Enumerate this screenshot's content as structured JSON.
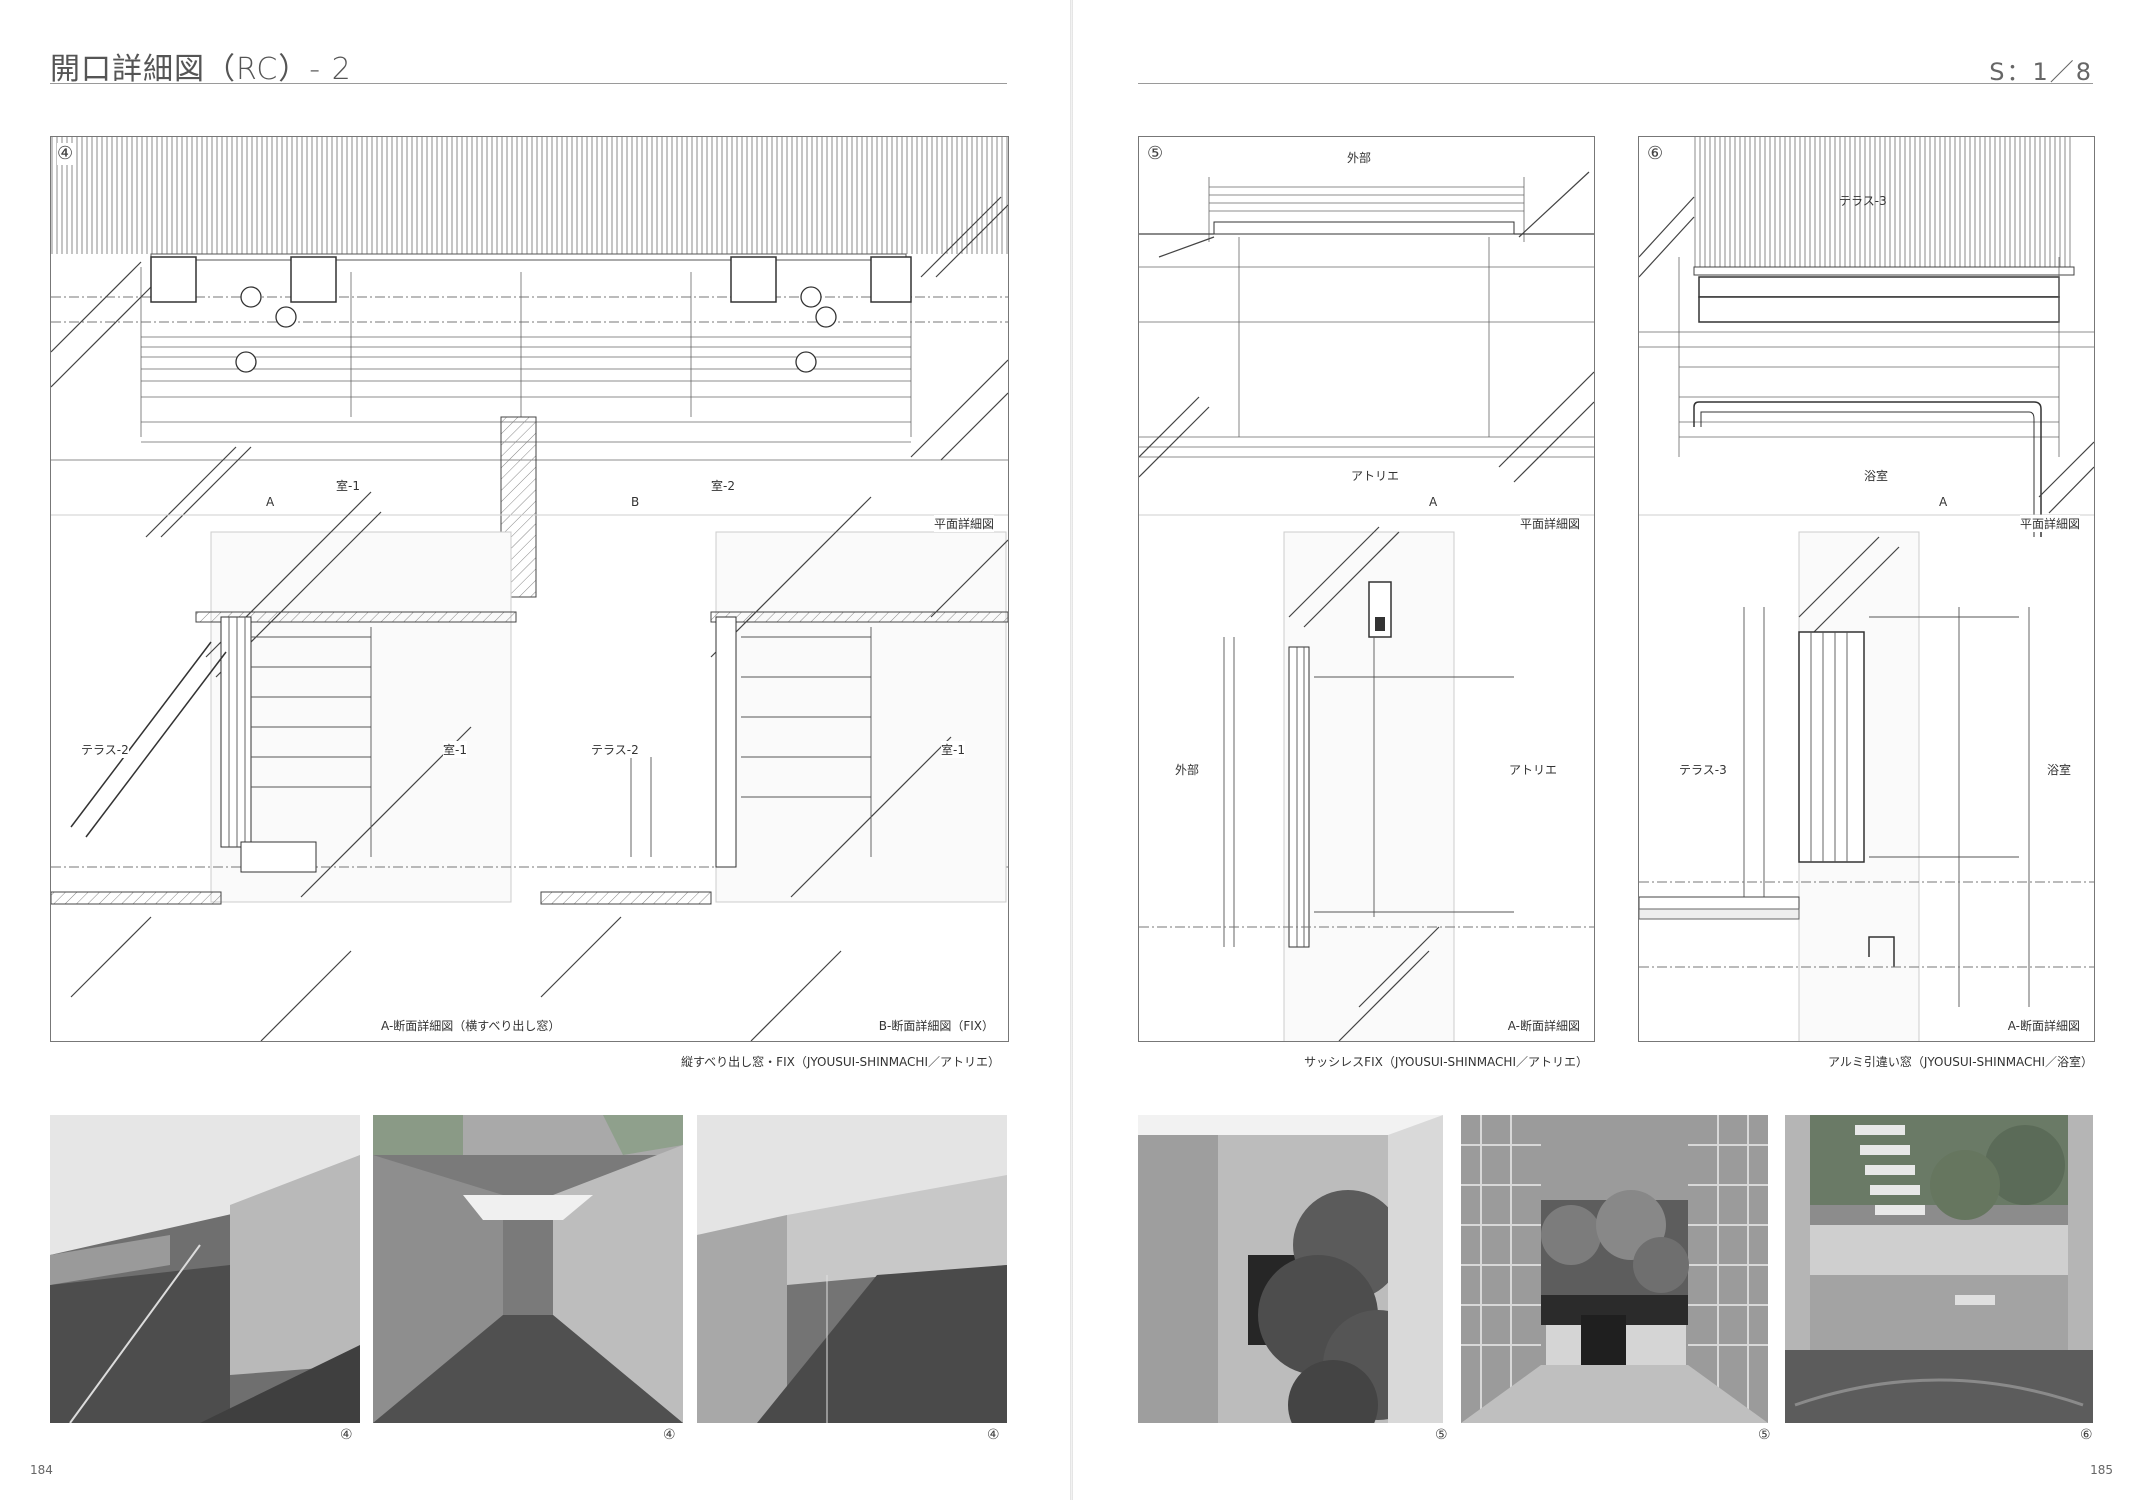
{
  "header": {
    "title": "開口詳細図（RC）- 2",
    "scale": "S：1／8"
  },
  "left_page": {
    "panel": {
      "number": "④",
      "room_labels": [
        "室-1",
        "室-2",
        "テラス-2",
        "室-1",
        "テラス-2",
        "室-1"
      ],
      "section_marks": [
        "A",
        "B"
      ],
      "view_plan": "平面詳細図",
      "view_section_a": "A-断面詳細図（横すべり出し窓）",
      "view_section_b": "B-断面詳細図（FIX）"
    },
    "caption": "縦すべり出し窓・FIX（JYOUSUI-SHINMACHI／アトリエ）",
    "photos": [
      {
        "tag": "④",
        "tone": "#6f6f6f"
      },
      {
        "tag": "④",
        "tone": "#7a7a7a"
      },
      {
        "tag": "④",
        "tone": "#747474"
      }
    ],
    "page_number": "184"
  },
  "right_page": {
    "panel_5": {
      "number": "⑤",
      "top_label": "外部",
      "plan_label": "アトリエ",
      "section_mark": "A",
      "view_plan": "平面詳細図",
      "left_label": "外部",
      "right_label": "アトリエ",
      "view_section": "A-断面詳細図"
    },
    "panel_6": {
      "number": "⑥",
      "top_label": "テラス-3",
      "plan_label": "浴室",
      "section_mark": "A",
      "view_plan": "平面詳細図",
      "left_label": "テラス-3",
      "right_label": "浴室",
      "view_section": "A-断面詳細図"
    },
    "caption_5": "サッシレスFIX（JYOUSUI-SHINMACHI／アトリエ）",
    "caption_6": "アルミ引違い窓（JYOUSUI-SHINMACHI／浴室）",
    "photos": [
      {
        "tag": "⑤",
        "tone": "#6a6a6a"
      },
      {
        "tag": "⑤",
        "tone": "#8a8a8a"
      },
      {
        "tag": "⑥",
        "tone": "#7d7d7d"
      }
    ],
    "page_number": "185"
  },
  "colors": {
    "line": "#555555",
    "hatch": "#888888",
    "rule": "#9a9a9a"
  }
}
